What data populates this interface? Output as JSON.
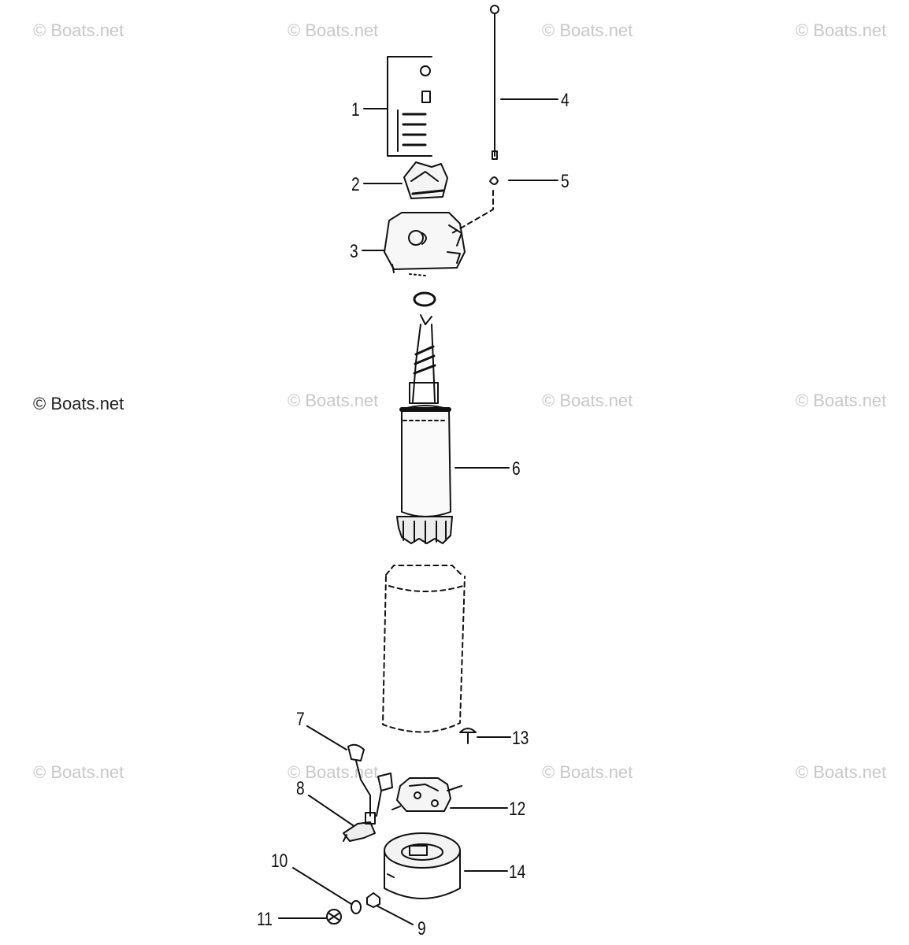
{
  "watermark_text": "© Boats.net",
  "callouts": {
    "c1": "1",
    "c2": "2",
    "c3": "3",
    "c4": "4",
    "c5": "5",
    "c6": "6",
    "c7": "7",
    "c8": "8",
    "c9": "9",
    "c10": "10",
    "c11": "11",
    "c12": "12",
    "c13": "13",
    "c14": "14"
  },
  "colors": {
    "line": "#111111",
    "watermark": "#c8c8c8",
    "background": "#ffffff"
  }
}
